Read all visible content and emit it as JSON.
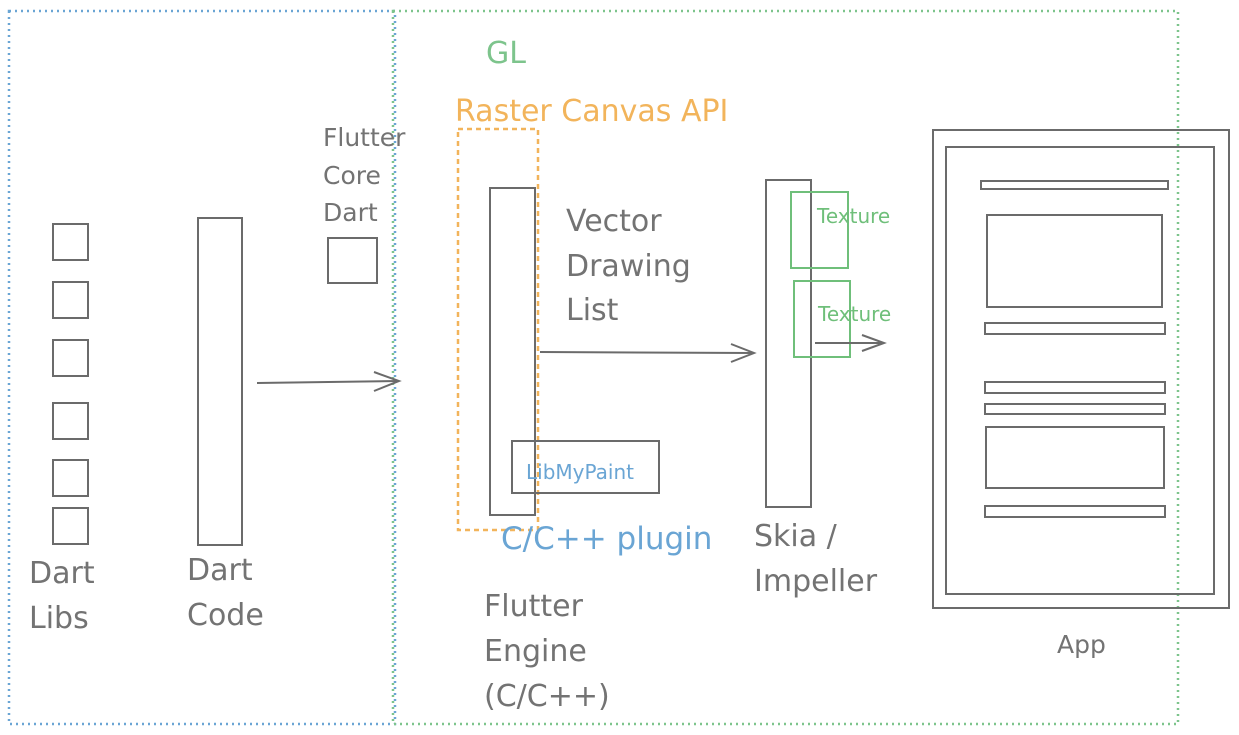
{
  "colors": {
    "dart_boundary": "#6aa5d4",
    "engine_boundary": "#7dc48c",
    "canvas_api": "#f2b45b",
    "plugin": "#6aa5d4",
    "texture": "#6fbf7a",
    "stroke": "#6b6b6b",
    "text": "#737373"
  },
  "labels": {
    "gl": "GL",
    "raster_canvas_api": "Raster Canvas API",
    "flutter_core_dart": [
      "Flutter",
      "Core",
      "Dart"
    ],
    "vector_drawing_list": [
      "Vector",
      "Drawing",
      "List"
    ],
    "texture_1": "Texture",
    "texture_2": "Texture",
    "lib_my_paint": "LibMyPaint",
    "cpp_plugin": "C/C++ plugin",
    "skia_impeller": [
      "Skia /",
      "Impeller"
    ],
    "dart_libs": [
      "Dart",
      "Libs"
    ],
    "dart_code": [
      "Dart",
      "Code"
    ],
    "flutter_engine": [
      "Flutter",
      "Engine",
      "(C/C++)"
    ],
    "app": "App"
  }
}
